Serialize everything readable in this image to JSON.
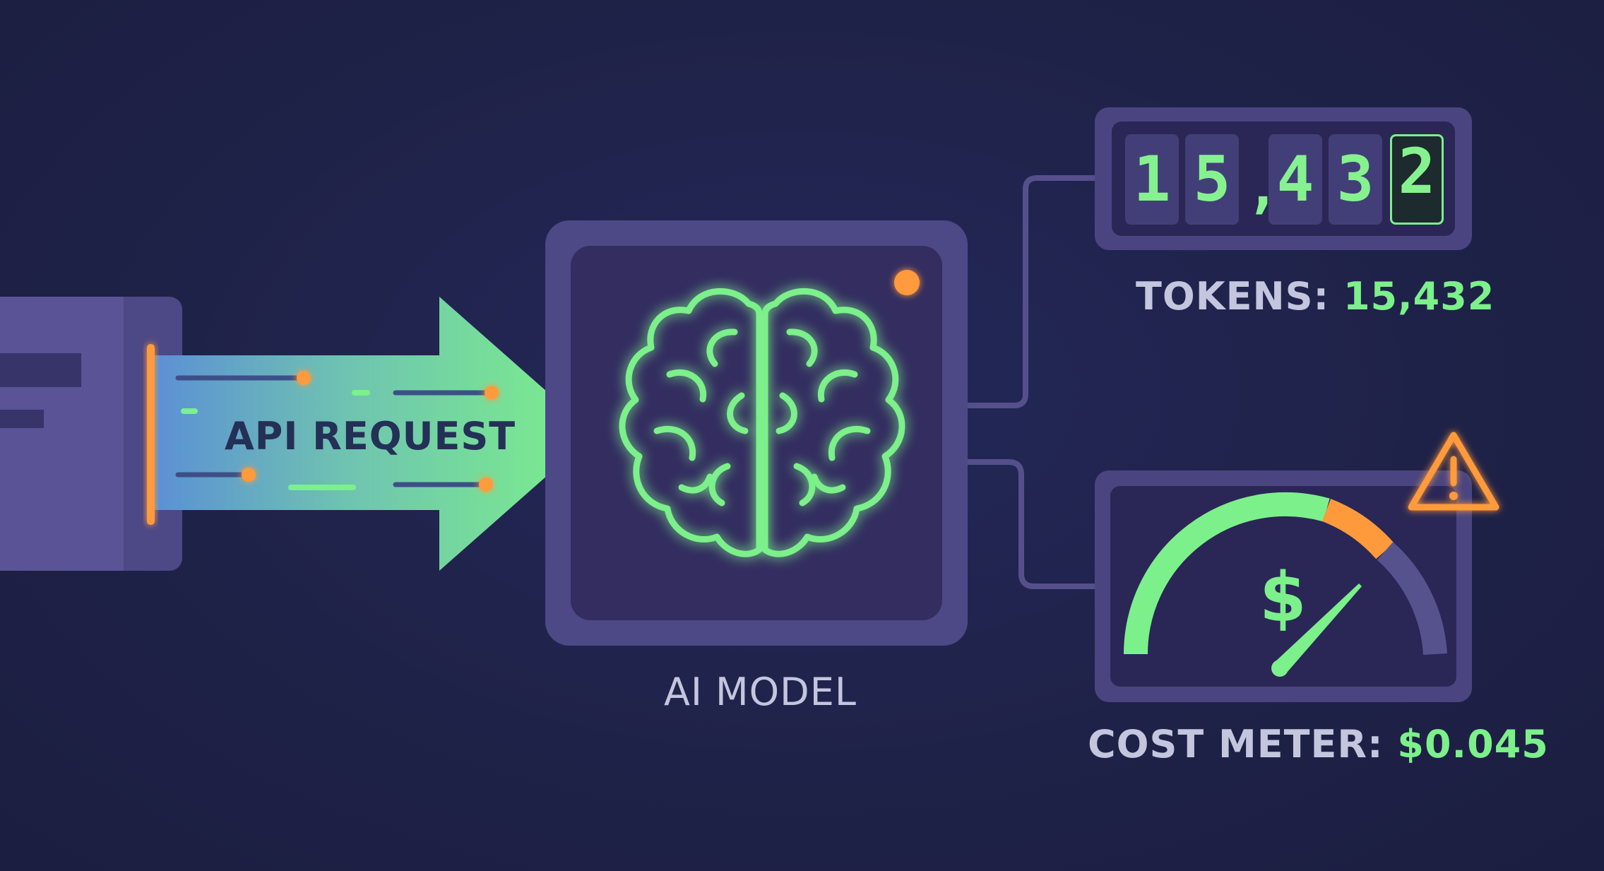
{
  "api": {
    "label": "API REQUEST"
  },
  "model": {
    "label": "AI MODEL"
  },
  "tokens": {
    "label": "TOKENS:",
    "value": "15,432",
    "counter_digits": [
      "1",
      "5",
      "4",
      "3",
      "2"
    ],
    "counter_separator": ","
  },
  "cost": {
    "label": "COST METER:",
    "value": "$0.045",
    "gauge_symbol": "$",
    "warning_icon": "warning-triangle-icon"
  },
  "colors": {
    "background": "#1e2146",
    "panel": "#4a4580",
    "accent_green": "#7cf08a",
    "accent_orange": "#ff9a3c",
    "text_light": "#c4c6de"
  }
}
